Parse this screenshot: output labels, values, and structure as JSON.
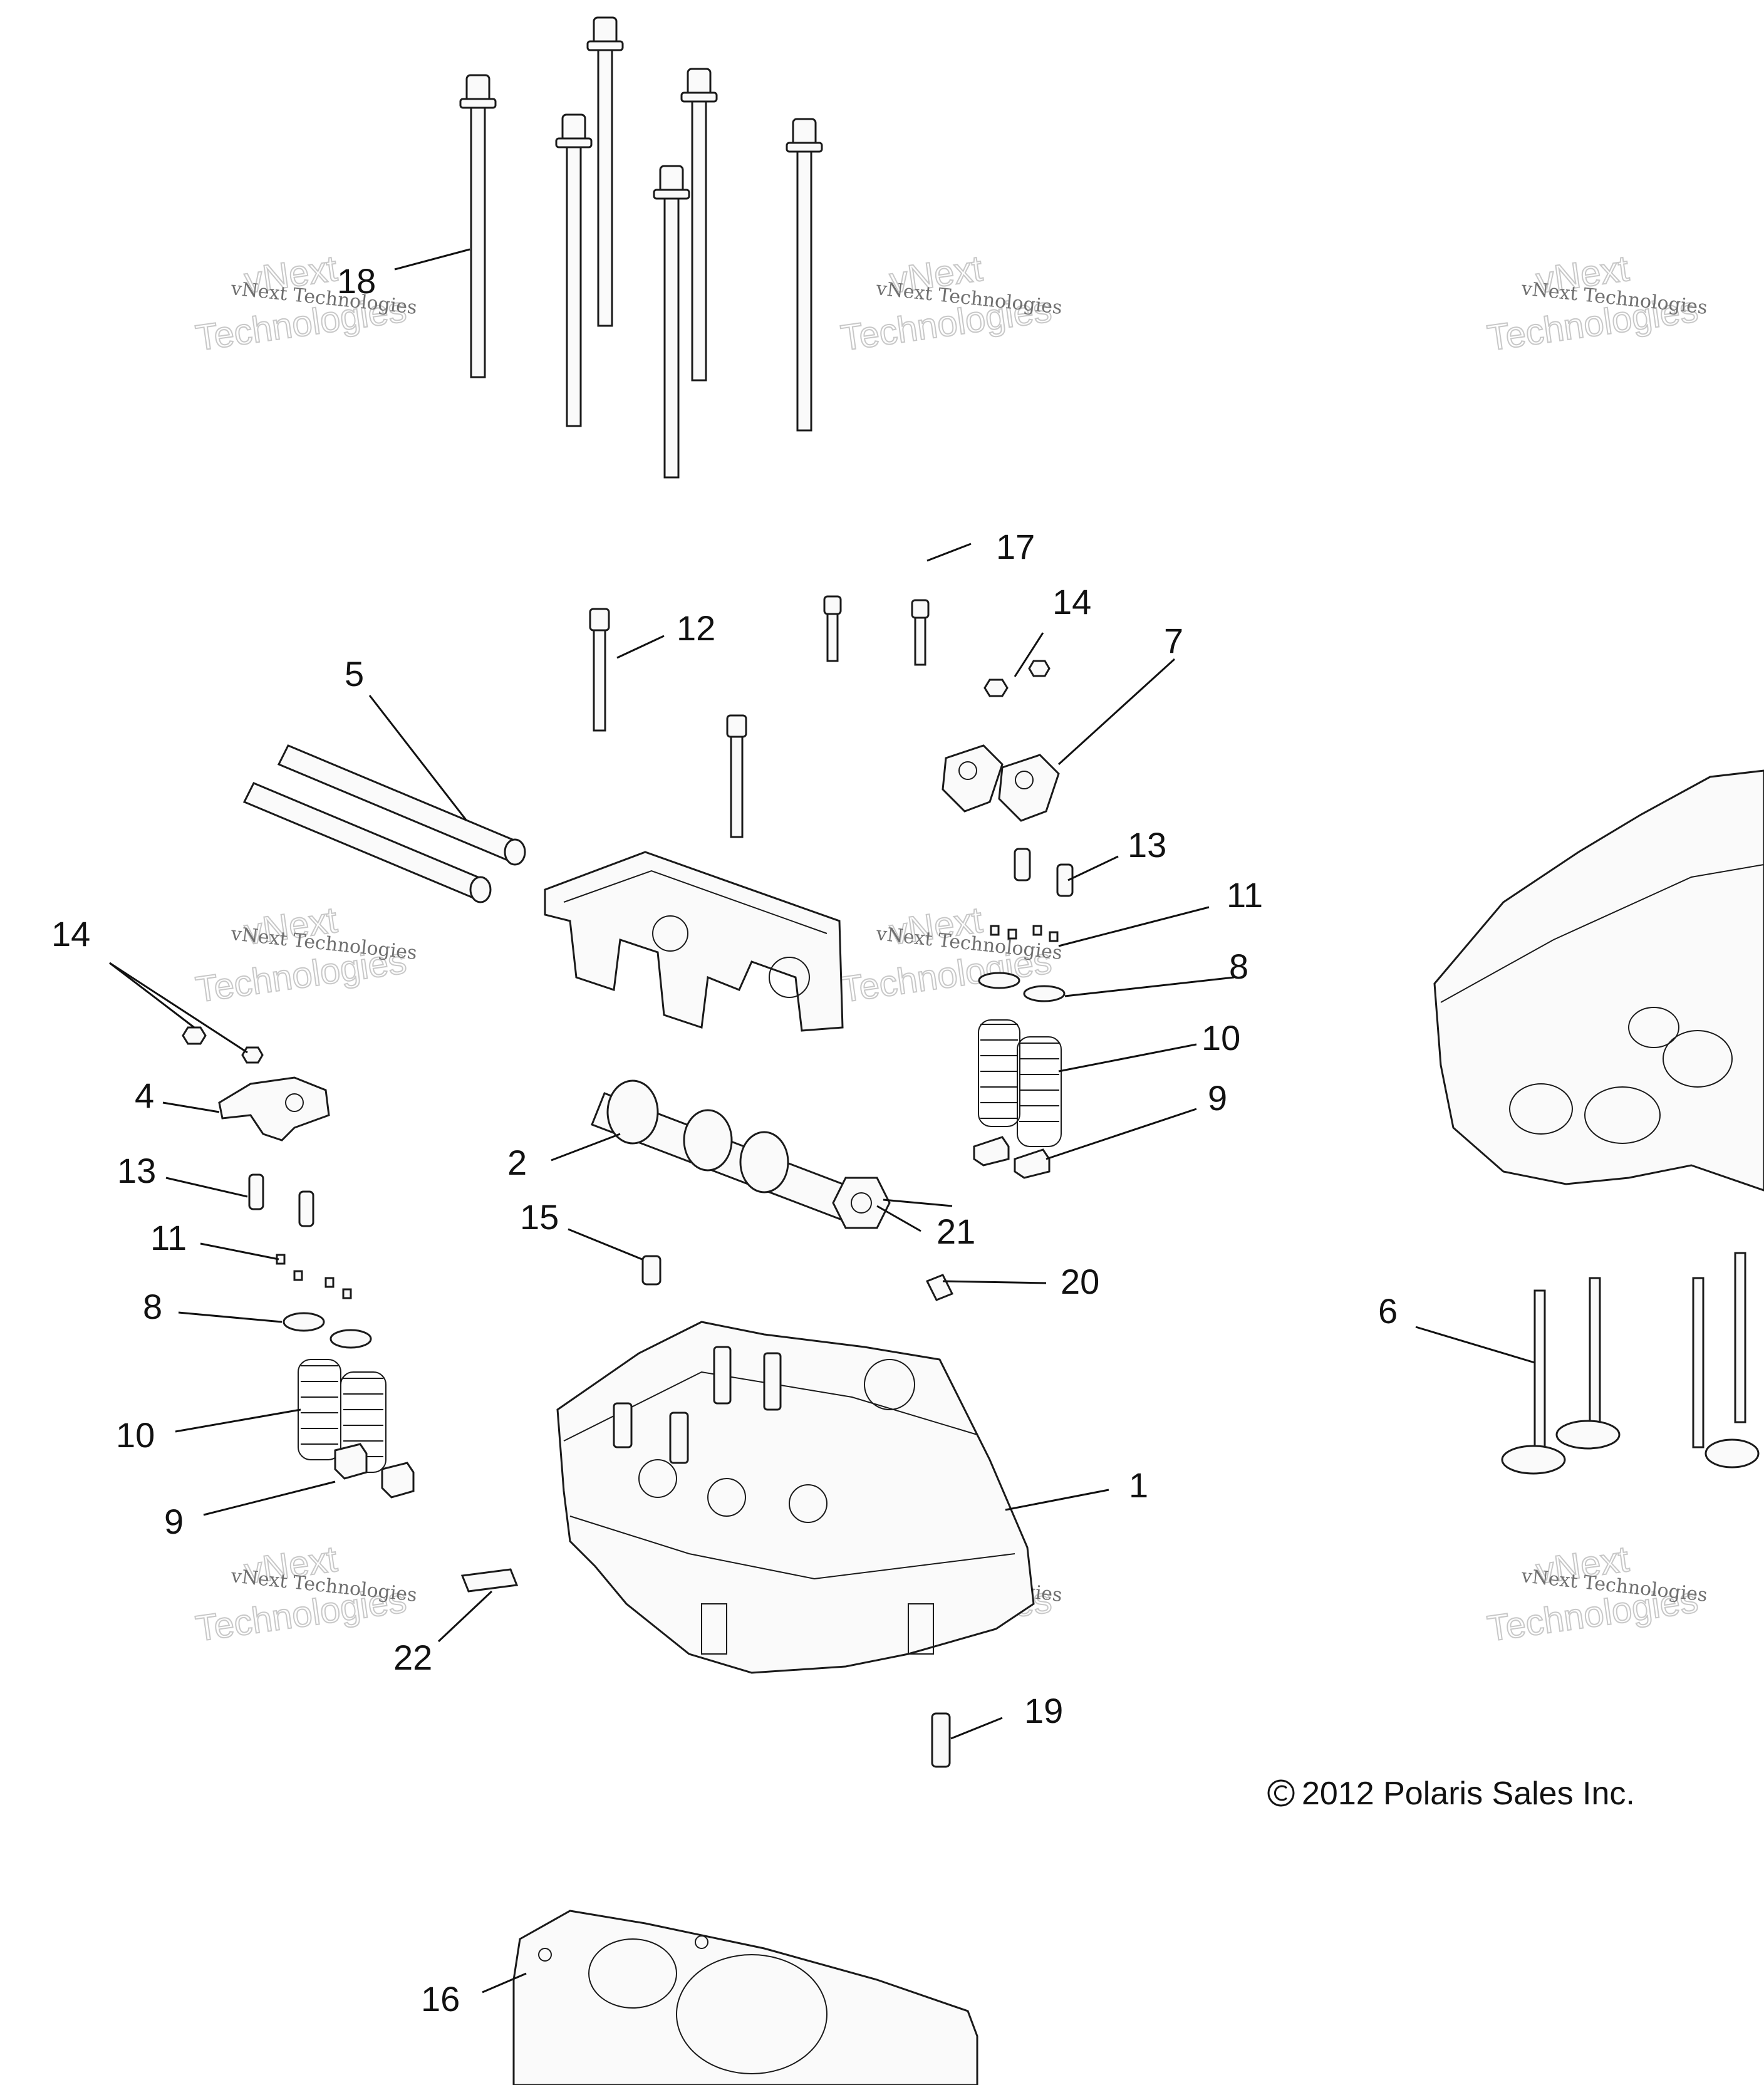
{
  "callouts": {
    "c1": "1",
    "c2": "2",
    "c4": "4",
    "c5": "5",
    "c6": "6",
    "c7": "7",
    "c8a": "8",
    "c8b": "8",
    "c9a": "9",
    "c9b": "9",
    "c10a": "10",
    "c10b": "10",
    "c11a": "11",
    "c11b": "11",
    "c12": "12",
    "c13a": "13",
    "c13b": "13",
    "c14a": "14",
    "c14b": "14",
    "c15": "15",
    "c16": "16",
    "c17": "17",
    "c18": "18",
    "c19": "19",
    "c20": "20",
    "c21": "21",
    "c22": "22"
  },
  "copyright": "2012 Polaris Sales Inc.",
  "watermark": {
    "line1": "vNext Technologies",
    "big_top": "vNext",
    "big_bottom": "Technologies"
  }
}
